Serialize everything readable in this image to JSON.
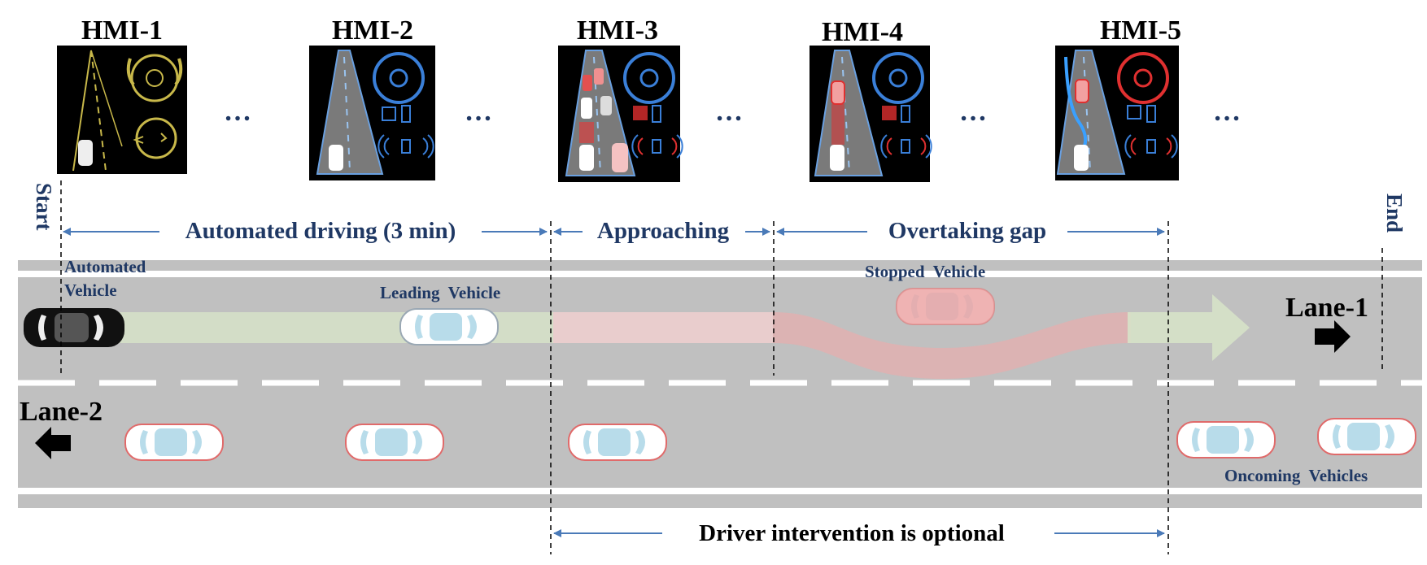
{
  "hmi_panels": [
    {
      "title": "HMI-1",
      "mode": "manual-takeover"
    },
    {
      "title": "HMI-2",
      "mode": "automated"
    },
    {
      "title": "HMI-3",
      "mode": "approaching-warning"
    },
    {
      "title": "HMI-4",
      "mode": "stopped-vehicle-warning"
    },
    {
      "title": "HMI-5",
      "mode": "overtaking-guidance"
    }
  ],
  "ellipsis": "…",
  "markers": {
    "start": "Start",
    "end": "End"
  },
  "phases": {
    "automated": "Automated driving (3 min)",
    "approaching": "Approaching",
    "overtaking": "Overtaking gap",
    "intervention": "Driver intervention is optional"
  },
  "vehicles": {
    "automated_line1": "Automated",
    "automated_line2": "Vehicle",
    "leading": "Leading  Vehicle",
    "stopped": "Stopped  Vehicle",
    "oncoming": "Oncoming  Vehicles"
  },
  "lanes": {
    "lane1": "Lane-1",
    "lane2": "Lane-2"
  },
  "colors": {
    "road": "#c0c0c0",
    "label_blue": "#1f3864",
    "arrow_blue": "#4a7ab8",
    "path_green": "#d6e2c8",
    "path_red": "#f2b2b2",
    "hmi_yellow": "#c8b84a",
    "hmi_blue": "#3a7fd8",
    "hmi_red": "#e03030"
  }
}
